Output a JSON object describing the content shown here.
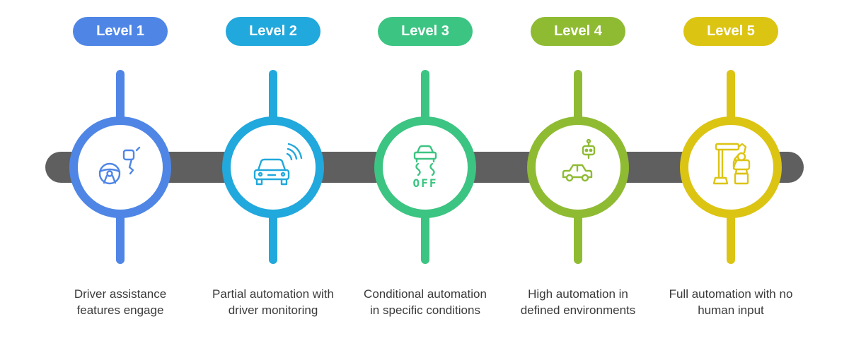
{
  "colors": {
    "track": "#5f5f5f",
    "level_1": "#4f86e6",
    "level_2": "#21a8dc",
    "level_3": "#3cc482",
    "level_4": "#8fbb33",
    "level_5": "#dcc413"
  },
  "levels": [
    {
      "label": "Level 1",
      "description": "Driver assistance features engage",
      "color": "#4f86e6",
      "icon": "steering-wheel-mirror-icon"
    },
    {
      "label": "Level 2",
      "description": "Partial automation with driver monitoring",
      "color": "#21a8dc",
      "icon": "connected-car-icon"
    },
    {
      "label": "Level 3",
      "description": "Conditional automation in specific conditions",
      "color": "#3cc482",
      "icon": "traction-control-off-icon",
      "icon_text": "OFF"
    },
    {
      "label": "Level 4",
      "description": "High automation in defined environments",
      "color": "#8fbb33",
      "icon": "robot-car-icon"
    },
    {
      "label": "Level 5",
      "description": "Full automation with no human input",
      "color": "#dcc413",
      "icon": "robotic-arm-icon"
    }
  ]
}
